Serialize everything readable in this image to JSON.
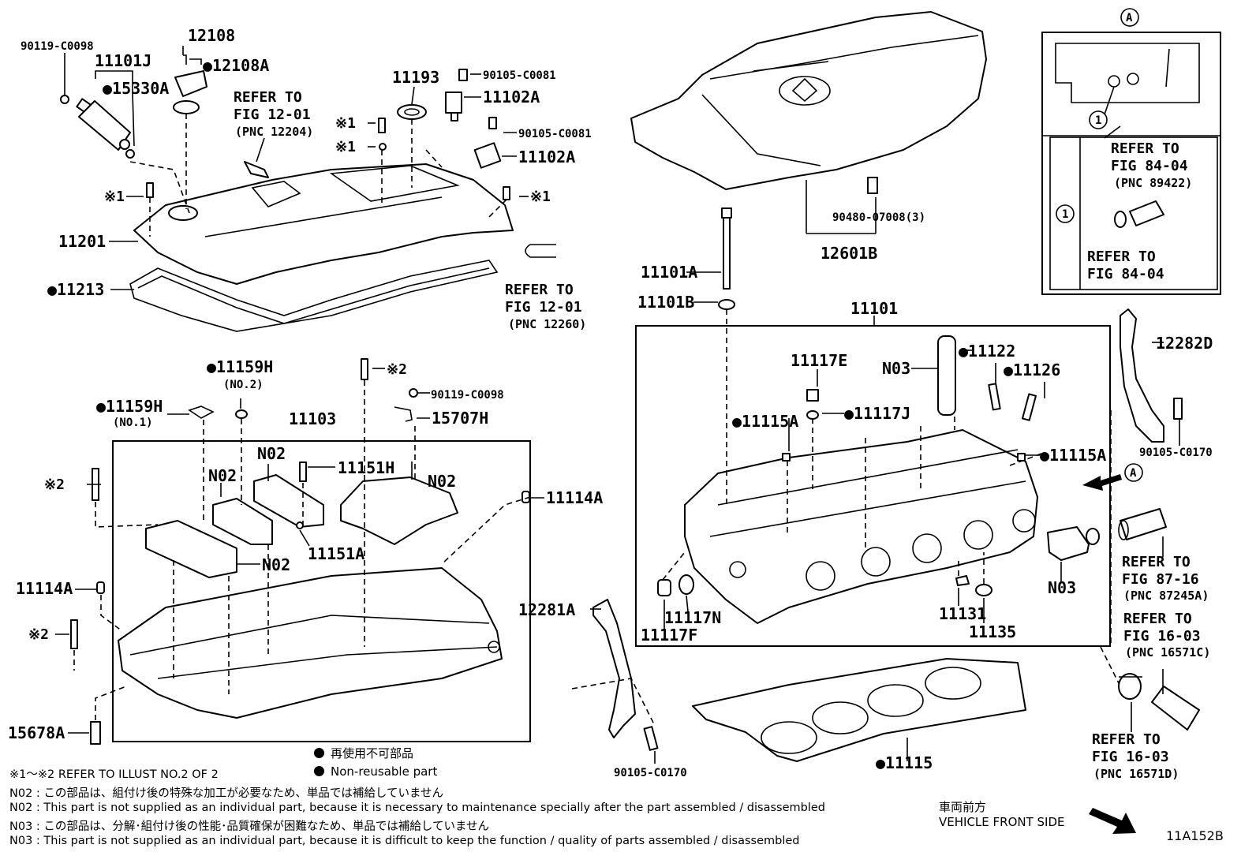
{
  "labels": {
    "p90119_c0098_top": "90119-C0098",
    "p11101J": "11101J",
    "p12108": "12108",
    "p12108A": "●12108A",
    "p15330A": "●15330A",
    "refer_fig_12_01_a": "REFER TO",
    "refer_fig_12_01_a2": "FIG 12-01",
    "pnc_12204": "(PNC 12204)",
    "p11193": "11193",
    "p90105_c0081_a": "90105-C0081",
    "p11102A_a": "11102A",
    "mark1_a": "※1",
    "mark1_b": "※1",
    "p90105_c0081_b": "90105-C0081",
    "p11102A_b": "11102A",
    "mark1_c": "※1",
    "mark1_d": "※1",
    "p11201": "11201",
    "p11213": "●11213",
    "refer_fig_12_01_b": "REFER TO",
    "refer_fig_12_01_b2": "FIG 12-01",
    "pnc_12260": "(PNC 12260)",
    "p11159H_no2": "●11159H",
    "no2": "(NO.2)",
    "mark2_a": "※2",
    "p90119_c0098_mid": "90119-C0098",
    "p11159H_no1": "●11159H",
    "no1": "(NO.1)",
    "p11103": "11103",
    "p15707H": "15707H",
    "n02_a": "N02",
    "n02_b": "N02",
    "p11151H": "11151H",
    "n02_c": "N02",
    "mark2_b": "※2",
    "p11114A_r": "11114A",
    "n02_d": "N02",
    "p11151A": "11151A",
    "p11114A_l": "11114A",
    "mark2_c": "※2",
    "p15678A": "15678A",
    "p11101A": "11101A",
    "p11101B": "11101B",
    "p90480": "90480-07008(3)",
    "p12601B": "12601B",
    "p11101": "11101",
    "p11117E": "11117E",
    "n03_a": "N03",
    "p11122": "●11122",
    "p11126": "●11126",
    "p11115A_l": "●11115A",
    "p11117J": "●11117J",
    "p11115A_r": "●11115A",
    "p12282D": "12282D",
    "p90105_c0170_r": "90105-C0170",
    "circle_A_top": "A",
    "circle_A_mid": "A",
    "circle_1_top": "1",
    "circle_1_box": "1",
    "refer_fig_84_04_a": "REFER TO",
    "refer_fig_84_04_a2": "FIG 84-04",
    "pnc_89422": "(PNC 89422)",
    "refer_fig_84_04_b": "REFER TO",
    "refer_fig_84_04_b2": "FIG 84-04",
    "p12281A": "12281A",
    "p11117N": "11117N",
    "p11117F": "11117F",
    "p11131": "11131",
    "p11135": "11135",
    "n03_b": "N03",
    "refer_fig_87_16": "REFER TO",
    "refer_fig_87_16b": "FIG 87-16",
    "pnc_87245A": "(PNC 87245A)",
    "refer_fig_16_03_a": "REFER TO",
    "refer_fig_16_03_a2": "FIG 16-03",
    "pnc_16571C": "(PNC 16571C)",
    "p11115": "●11115",
    "p90105_c0170_b": "90105-C0170",
    "refer_fig_16_03_b": "REFER TO",
    "refer_fig_16_03_b2": "FIG 16-03",
    "pnc_16571D": "(PNC 16571D)"
  },
  "legend": {
    "jp": "再使用不可部品",
    "en": "Non-reusable part"
  },
  "footnotes": {
    "refer": "※1～※2  REFER TO ILLUST NO.2 OF 2",
    "n02_jp": "N02 : この部品は、組付け後の特殊な加工が必要なため、単品では補給していません",
    "n02_en": "N02 : This part is not supplied as an individual part, because it is necessary to maintenance specially after the part assembled / disassembled",
    "n03_jp": "N03 : この部品は、分解･組付け後の性能･品質確保が困難なため、単品では補給していません",
    "n03_en": "N03 : This part is not supplied as an individual part, because it is difficult to keep the function / quality of parts  assembled / disassembled"
  },
  "vehicle_front": {
    "jp": "車両前方",
    "en": "VEHICLE FRONT SIDE"
  },
  "figure_id": "11A152B"
}
